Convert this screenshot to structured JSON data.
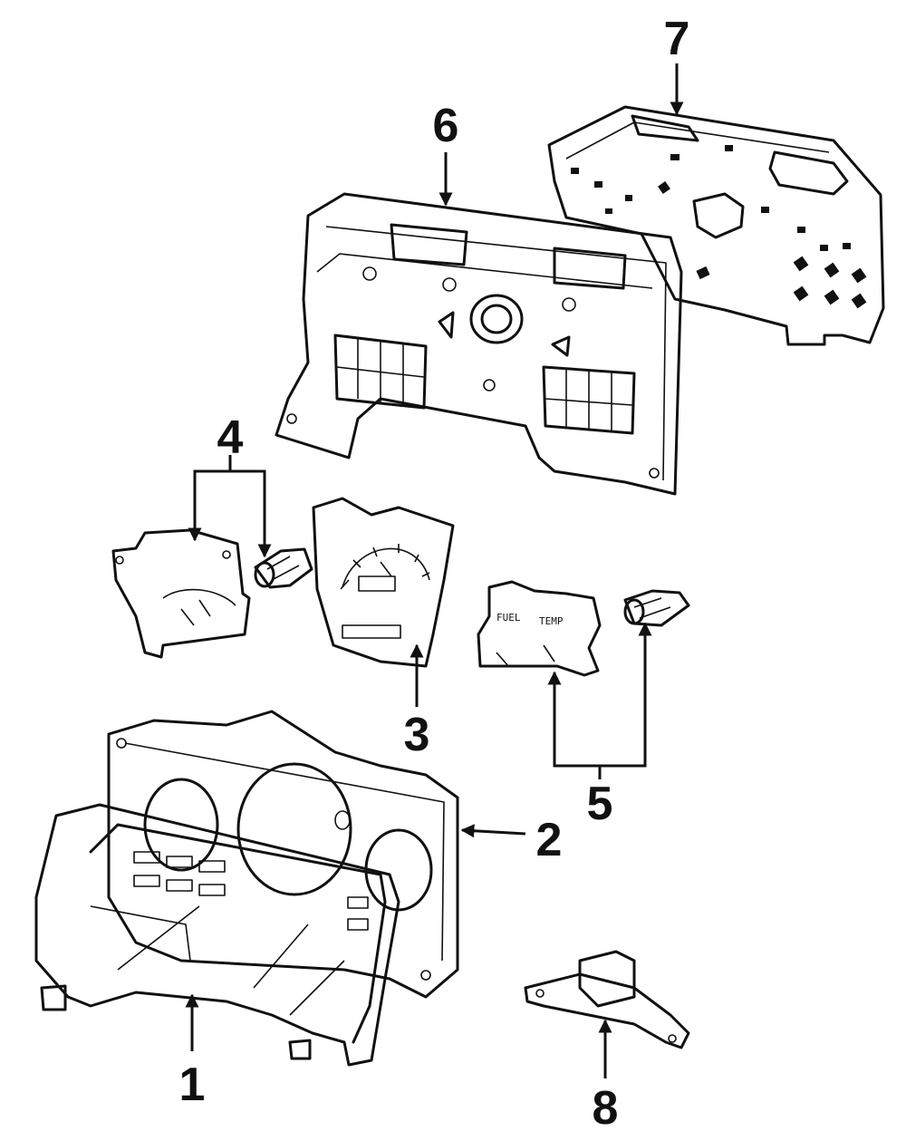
{
  "diagram": {
    "colors": {
      "ink": "#111111",
      "paper": "#ffffff"
    },
    "parts": [
      {
        "number": "1",
        "part": "bezel"
      },
      {
        "number": "2",
        "part": "lens-housing"
      },
      {
        "number": "3",
        "part": "speedometer"
      },
      {
        "number": "4",
        "part": "left-gauge-and-bulb"
      },
      {
        "number": "5",
        "part": "fuel-temp-gauge-and-bulb"
      },
      {
        "number": "6",
        "part": "cluster-housing"
      },
      {
        "number": "7",
        "part": "circuit-board"
      },
      {
        "number": "8",
        "part": "bracket"
      }
    ],
    "gauge_labels": {
      "fuel": "FUEL",
      "temp": "TEMP"
    }
  }
}
